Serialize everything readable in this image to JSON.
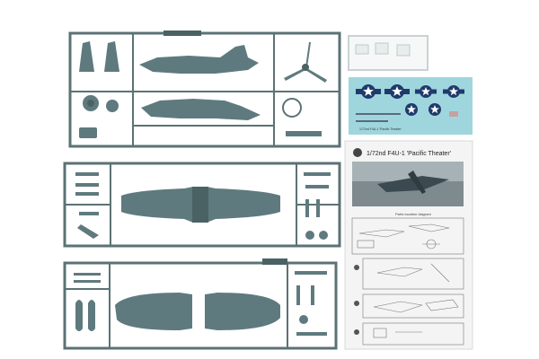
{
  "image": {
    "alt": "",
    "background": "#ffffff"
  },
  "colors": {
    "plastic": "#5f7a7e",
    "plastic_dark": "#4b6265",
    "decal_background": "#9fd6dd",
    "insignia_blue": "#1f3a6b",
    "instruction_sheet": "#f4f4f4"
  },
  "instruction_sheet": {
    "title": "1/72nd F4U-1 'Pacific Theater'",
    "diagram_label": "Parts location diagram"
  },
  "decal_sheet": {
    "caption": "1/72nd F4U-1 'Pacific Theater'"
  }
}
